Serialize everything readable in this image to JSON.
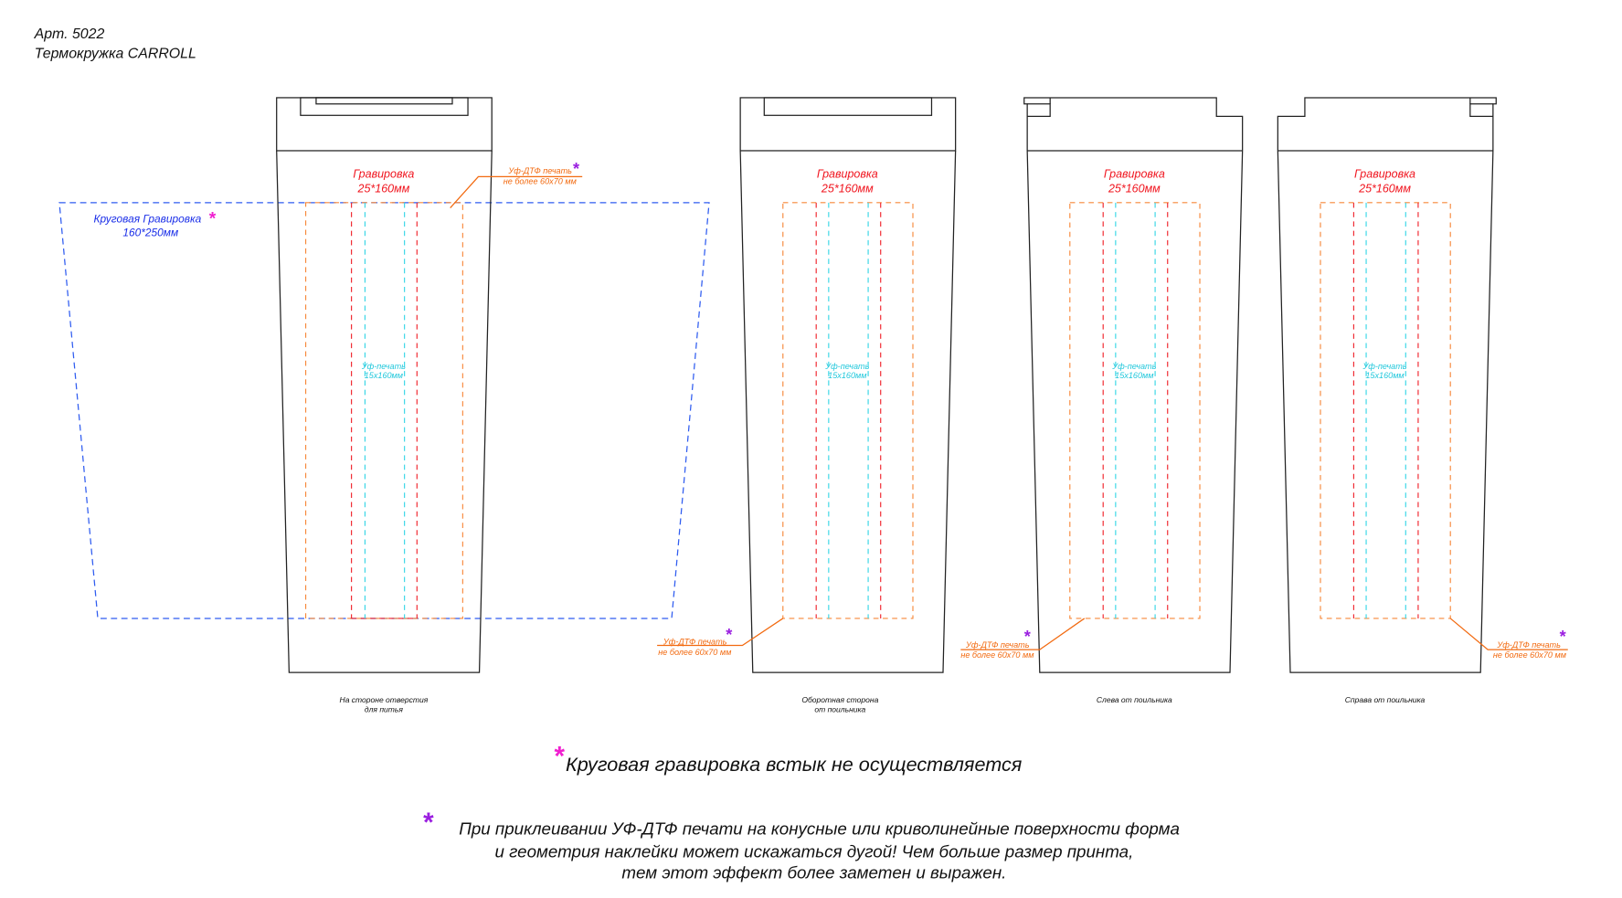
{
  "header": {
    "article": "Арт. 5022",
    "product": "Термокружка CARROLL"
  },
  "colors": {
    "engraving": "#f0141e",
    "uv_print": "#22c8dc",
    "uv_dtf": "#f26a10",
    "circular": "#2f5cf0",
    "asterisk_circular": "#f020d0",
    "asterisk_dtf": "#9a1ee0"
  },
  "circular_engraving": {
    "label": "Круговая Гравировка",
    "size": "160*250мм",
    "asterisk": "*"
  },
  "views": [
    {
      "caption_1": "На стороне отверстия",
      "caption_2": "для питья",
      "engraving_label": "Гравировка",
      "engraving_size": "25*160мм",
      "uv_label": "Уф-печать",
      "uv_size": "15x160мм",
      "dtf_label": "Уф-ДТФ печать",
      "dtf_size": "не более 60x70 мм",
      "asterisk": "*"
    },
    {
      "caption_1": "Оборотная сторона",
      "caption_2": "от поильника",
      "engraving_label": "Гравировка",
      "engraving_size": "25*160мм",
      "uv_label": "Уф-печать",
      "uv_size": "15x160мм",
      "dtf_label": "Уф-ДТФ печать",
      "dtf_size": "не более 60x70 мм",
      "asterisk": "*"
    },
    {
      "caption_1": "Слева от поильника",
      "engraving_label": "Гравировка",
      "engraving_size": "25*160мм",
      "uv_label": "Уф-печать",
      "uv_size": "15x160мм",
      "dtf_label": "Уф-ДТФ печать",
      "dtf_size": "не более 60x70 мм",
      "asterisk": "*"
    },
    {
      "caption_1": "Справа от поильника",
      "engraving_label": "Гравировка",
      "engraving_size": "25*160мм",
      "uv_label": "Уф-печать",
      "uv_size": "15x160мм",
      "dtf_label": "Уф-ДТФ печать",
      "dtf_size": "не более 60x70 мм",
      "asterisk": "*"
    }
  ],
  "notes": {
    "asterisk_1": "*",
    "note_1": "Круговая гравировка встык не осуществляется",
    "asterisk_2": "*",
    "note_2_line_1": "При приклеивании УФ-ДТФ печати на конусные или криволинейные поверхности форма",
    "note_2_line_2": "и геометрия наклейки может искажаться дугой! Чем больше размер принта,",
    "note_2_line_3": "тем этот эффект более заметен и выражен."
  }
}
